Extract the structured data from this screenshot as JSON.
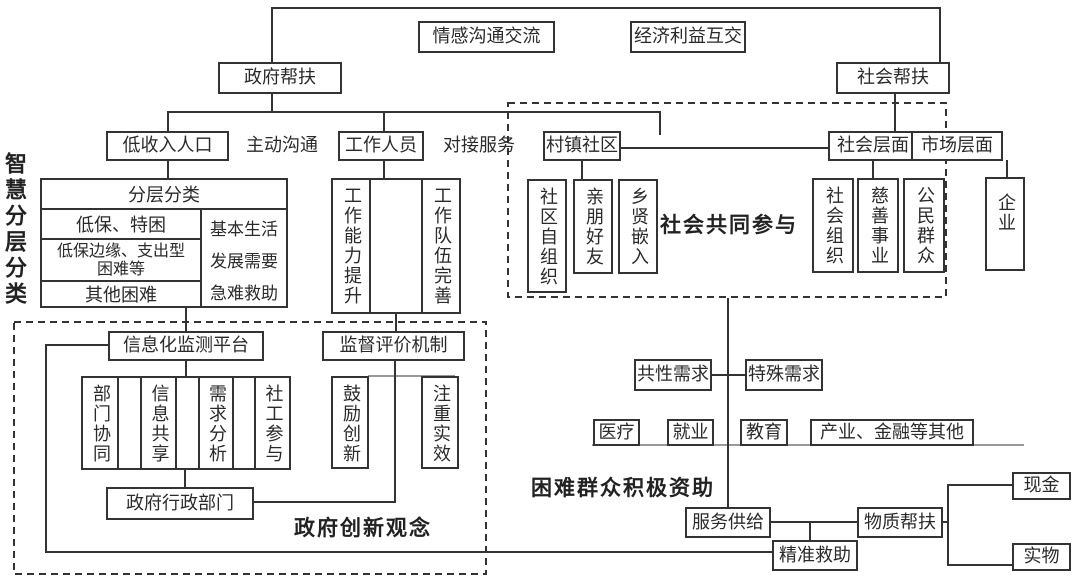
{
  "top": {
    "emotional_exchange": "情感沟通交流",
    "economic_exchange": "经济利益互交"
  },
  "government": {
    "title": "政府帮扶",
    "low_income": "低收入人口",
    "proactive_comm": "主动沟通",
    "staff": "工作人员",
    "docking_service": "对接服务",
    "stratify": {
      "header": "分层分类",
      "groups": [
        "低保、特困",
        "低保边缘、支出型",
        "困难等",
        "其他困难"
      ],
      "needs": [
        "基本生活",
        "发展需要",
        "急难救助"
      ]
    },
    "staff_items": [
      "工作能力提升",
      "工作队伍完善"
    ],
    "side_label": "智慧分层分类"
  },
  "society": {
    "title": "社会帮扶",
    "village": "村镇社区",
    "village_items": [
      "社区自组织",
      "亲朋好友",
      "乡贤嵌入"
    ],
    "social_level": "社会层面",
    "social_items": [
      "社会组织",
      "慈善事业",
      "公民群众"
    ],
    "market_level": "市场层面",
    "market_items": [
      "企业"
    ],
    "participation_label": "社会共同参与"
  },
  "innovation": {
    "platform": "信息化监测平台",
    "platform_items": [
      "部门协同",
      "信息共享",
      "需求分析",
      "社工参与"
    ],
    "supervision": "监督评价机制",
    "supervision_items": [
      "鼓励创新",
      "注重实效"
    ],
    "admin_dept": "政府行政部门",
    "label": "政府创新观念"
  },
  "aid": {
    "common_needs": "共性需求",
    "special_needs": "特殊需求",
    "fields": [
      "医疗",
      "就业",
      "教育",
      "产业、金融等其他"
    ],
    "label": "困难群众积极资助",
    "service_supply": "服务供给",
    "material_aid": "物质帮扶",
    "precise_aid": "精准救助",
    "material_items": [
      "现金",
      "实物"
    ]
  }
}
